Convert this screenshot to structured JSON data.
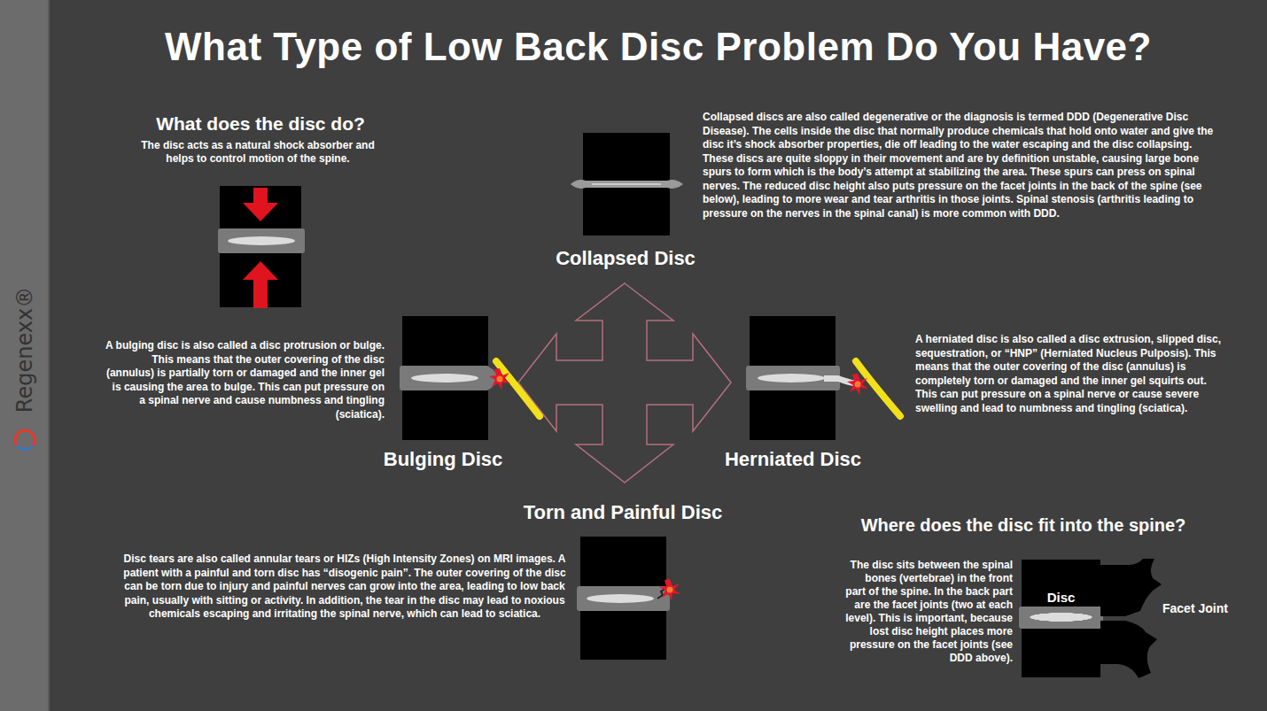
{
  "diagram": {
    "title": "What Type of Low Back Disc Problem Do You Have?",
    "nodes": [
      {
        "text": [
          "Disc"
        ]
      }
    ],
    "labels": [
      "What does the disc do?",
      "The disc acts as a natural shock absorber and helps to control motion of the spine.",
      "Collapsed discs are also called degenerative or the diagnosis is termed DDD (Degenerative Disc Disease). The cells inside the disc that normally produce chemicals that hold onto water and give the disc it’s shock absorber properties, die off leading to the water escaping and the disc collapsing. These discs are quite sloppy in their movement and are by definition unstable, causing large bone spurs to form which is the body’s attempt at stabilizing the area. These spurs can press on spinal nerves. The reduced disc height also puts pressure on the facet joints in the back of the spine (see below), leading to more wear and tear arthritis in those joints. Spinal stenosis (arthritis leading to pressure on the nerves in the spinal canal) is more common with DDD.",
      "Collapsed Disc",
      "A bulging disc is also called a disc protrusion or bulge. This means that the outer covering of the disc (annulus) is partially torn or damaged and the inner gel is causing the area to bulge. This can put pressure on a spinal nerve and cause numbness and tingling (sciatica).",
      "Bulging Disc",
      "Herniated Disc",
      "A herniated disc is also called a disc extrusion, slipped disc, sequestration, or “HNP” (Herniated Nucleus Pulposis). This means that the outer covering of the disc (annulus) is completely torn or damaged and the inner gel squirts out. This can put pressure on a spinal nerve or cause severe swelling and lead to numbness and tingling (sciatica).",
      "Torn and Painful Disc",
      "Disc tears are also called annular tears or HIZs (High Intensity Zones) on MRI images. A patient with a painful and torn disc has “disogenic pain”. The outer covering of the disc can be torn due to injury and painful nerves can grow into the area, leading to low back pain, usually with sitting or activity. In addition, the tear in the disc may lead to noxious chemicals escaping and irritating the spinal nerve, which can lead to sciatica.",
      "Where does the disc fit into the spine?",
      "The disc sits between the spinal bones (vertebrae) in the front part of the spine. In the back part are the facet joints (two at each level). This is important, because lost disc height places more pressure on the facet joints (see DDD above).",
      "Facet Joint",
      "Regenexx®"
    ]
  }
}
